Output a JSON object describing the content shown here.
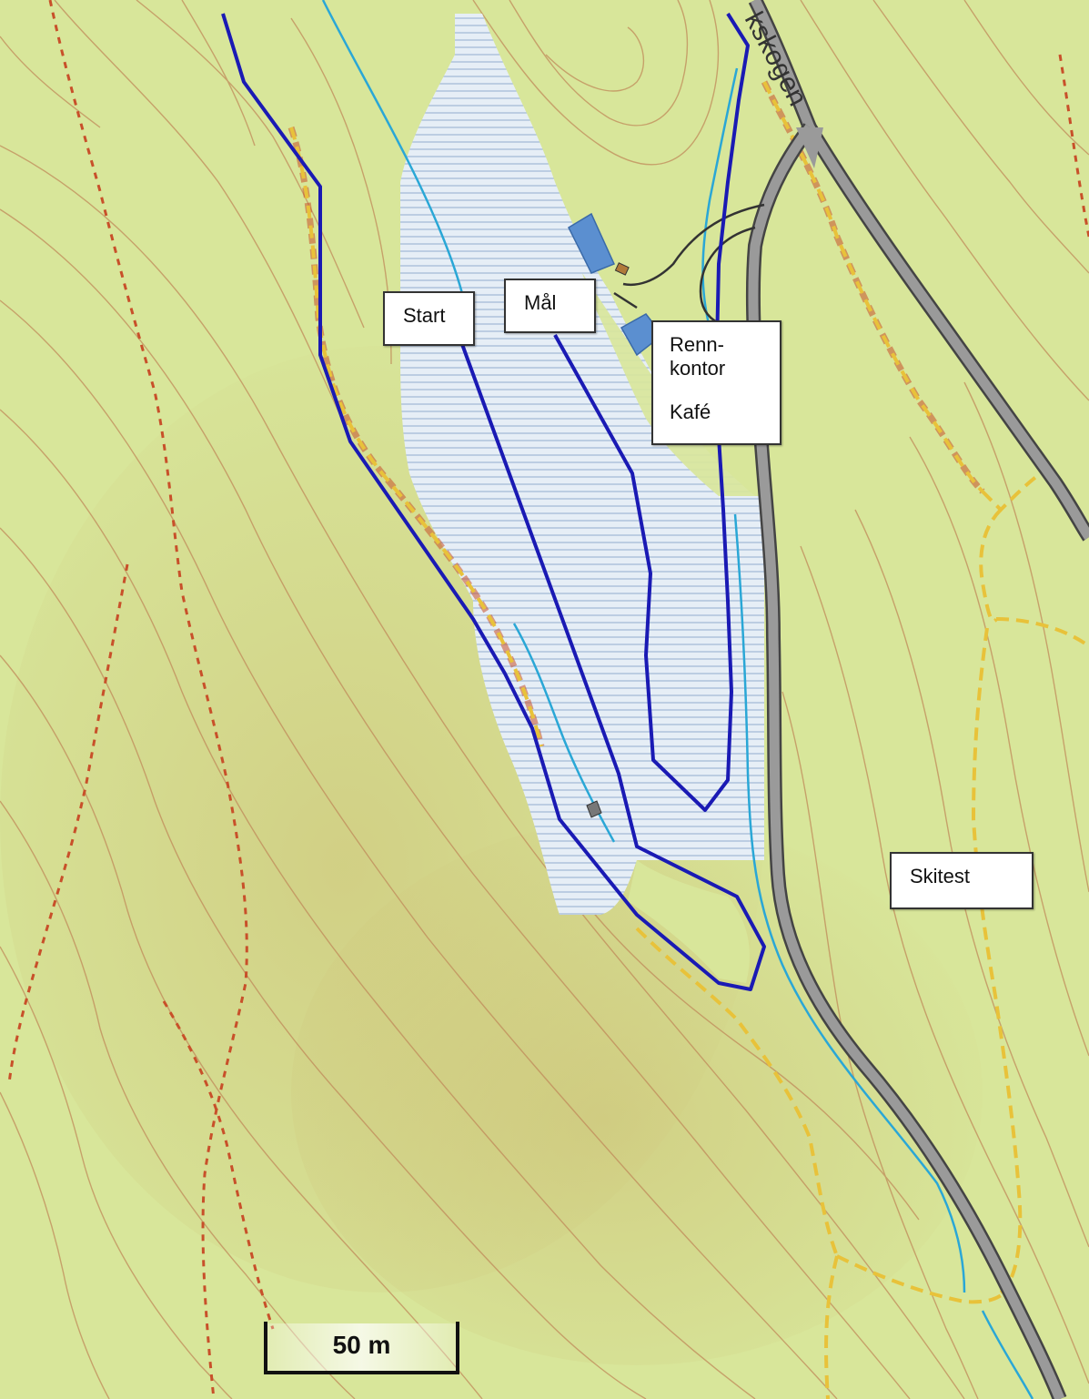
{
  "colors": {
    "terrain": "#d8e69a",
    "contour": "#c08a5a",
    "lake": "#e6eef6",
    "lake_hatch": "#9fb7d6",
    "route": "#1a1ab4",
    "stream": "#2aa7d6",
    "road_fill": "#9a9a9a",
    "road_edge": "#444444",
    "trail_yellow": "#e8c23a",
    "trail_red": "#c8502a",
    "building": "#5b8fd0"
  },
  "road": {
    "name": "kskogen"
  },
  "labels": {
    "start": "Start",
    "finish": "Mål",
    "office_line1": "Renn-",
    "office_line2": "kontor",
    "cafe": "Kafé",
    "skitest": "Skitest"
  },
  "scale": {
    "text": "50 m"
  }
}
